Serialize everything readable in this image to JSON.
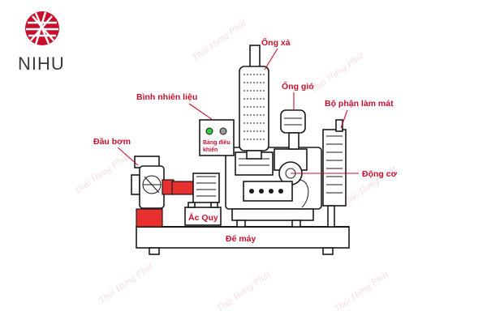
{
  "brand": {
    "name": "NIHU",
    "accent_color": "#c8102e",
    "logo_icon": "globe-grid-icon"
  },
  "labels": {
    "exhaust_pipe": "Ống xả",
    "air_pipe": "Ống gió",
    "fuel_tank": "Bình nhiên liệu",
    "cooling_unit": "Bộ phận làm mát",
    "pump_head": "Đầu bơm",
    "control_panel_line1": "Bảng điều",
    "control_panel_line2": "khiển",
    "engine": "Động cơ",
    "battery": "Ắc Quy",
    "base_frame": "Đế máy"
  },
  "watermark": "Thái Hưng Phát"
}
